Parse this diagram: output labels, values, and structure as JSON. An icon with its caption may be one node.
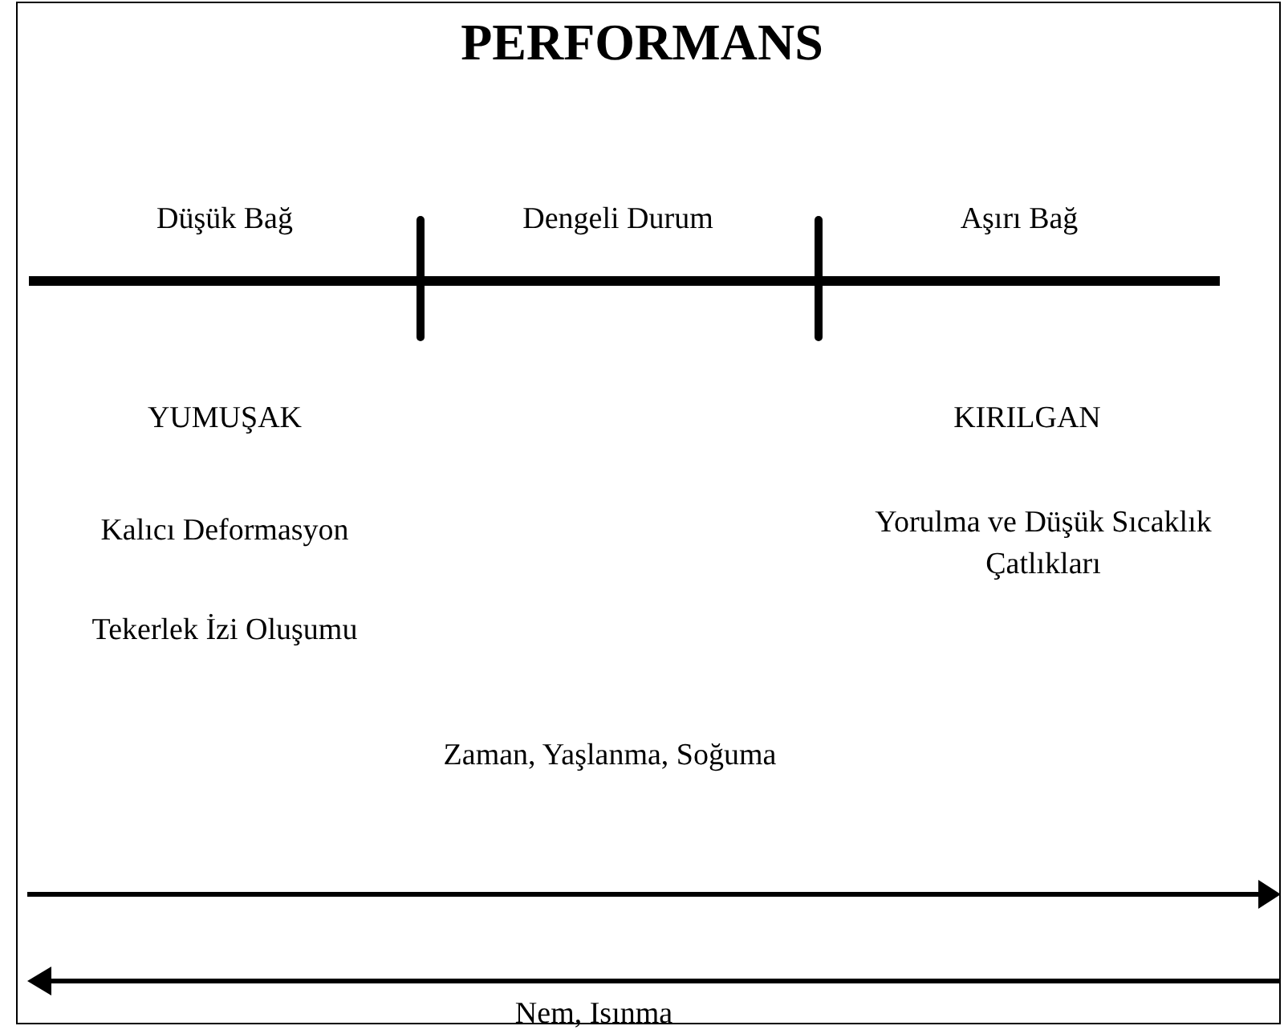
{
  "diagram": {
    "title": "PERFORMANS",
    "labels": [
      "Düşük Bağ",
      "Dengeli Durum",
      "Aşırı Bağ",
      "YUMUŞAK",
      "KIRILGAN",
      "Kalıcı Deformasyon",
      "Yorulma ve Düşük Sıcaklık Çatlıkları",
      "Tekerlek İzi Oluşumu",
      "Zaman, Yaşlanma, Soğuma",
      "Nem, Isınma"
    ]
  }
}
